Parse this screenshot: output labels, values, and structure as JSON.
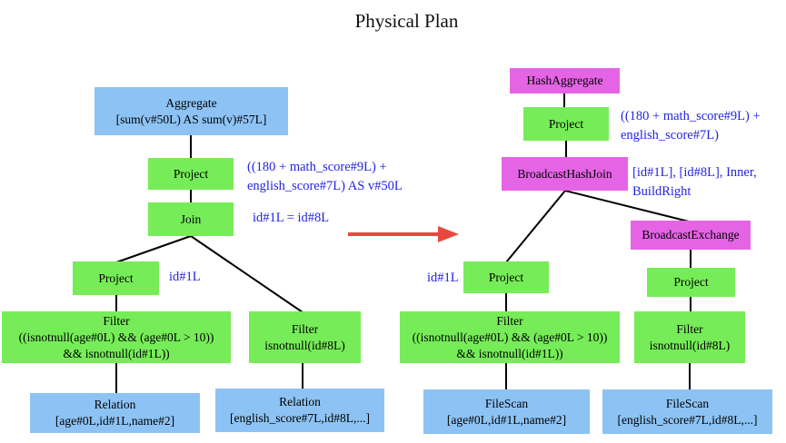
{
  "title": "Physical Plan",
  "colors": {
    "node_blue": "#8DC3F4",
    "node_green": "#76ED58",
    "node_magenta": "#E564E5",
    "annotation_blue": "#2323E5",
    "arrow_red": "#E8493E",
    "line_black": "#000000"
  },
  "left_tree": {
    "aggregate": {
      "label": "Aggregate",
      "detail": "[sum(v#50L) AS sum(v)#57L]"
    },
    "project": {
      "label": "Project",
      "annotation": "((180 + math_score#9L) +\nenglish_score#7L) AS v#50L"
    },
    "join": {
      "label": "Join",
      "annotation": "id#1L = id#8L"
    },
    "project2": {
      "label": "Project",
      "annotation": "id#1L"
    },
    "filter_left": {
      "label": "Filter",
      "detail": "((isnotnull(age#0L) && (age#0L > 10))\n&& isnotnull(id#1L))"
    },
    "filter_right": {
      "label": "Filter",
      "detail": "isnotnull(id#8L)"
    },
    "relation_left": {
      "label": "Relation",
      "detail": "[age#0L,id#1L,name#2]"
    },
    "relation_right": {
      "label": "Relation",
      "detail": "[english_score#7L,id#8L,...]"
    }
  },
  "right_tree": {
    "hash_aggregate": {
      "label": "HashAggregate"
    },
    "project_top": {
      "label": "Project",
      "annotation": "((180 + math_score#9L) +\nenglish_score#7L)"
    },
    "broadcast_hash_join": {
      "label": "BroadcastHashJoin",
      "annotation": "[id#1L], [id#8L], Inner,\nBuildRight"
    },
    "broadcast_exchange": {
      "label": "BroadcastExchange"
    },
    "project_left": {
      "label": "Project",
      "annotation": "id#1L"
    },
    "project_right": {
      "label": "Project"
    },
    "filter_left": {
      "label": "Filter",
      "detail": "((isnotnull(age#0L) && (age#0L > 10))\n&& isnotnull(id#1L))"
    },
    "filter_right": {
      "label": "Filter",
      "detail": "isnotnull(id#8L)"
    },
    "filescan_left": {
      "label": "FileScan",
      "detail": "[age#0L,id#1L,name#2]"
    },
    "filescan_right": {
      "label": "FileScan",
      "detail": "[english_score#7L,id#8L,...]"
    }
  }
}
